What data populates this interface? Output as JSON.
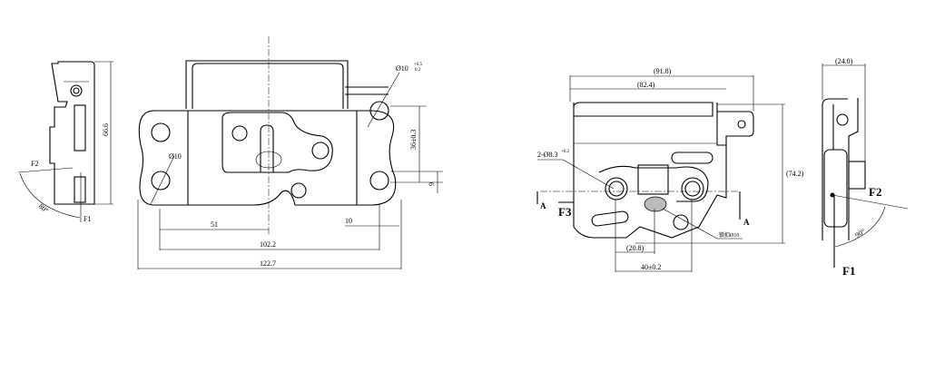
{
  "left_side_view": {
    "height_dim": "66.6",
    "force1": "F1",
    "force2": "F2",
    "angle": "80°"
  },
  "front_view": {
    "hole_dim": "Ø10",
    "top_hole_dim": "Ø10",
    "top_hole_tol_upper": "+0.5",
    "top_hole_tol_lower": "0.2",
    "vertical_dim": "36±0.3",
    "offset_dim": "9",
    "dim_51": "51",
    "dim_10": "10",
    "dim_102": "102.2",
    "dim_122": "122.7"
  },
  "right_front_view": {
    "width_outer": "(91.8)",
    "width_inner": "(82.4)",
    "height": "(74.2)",
    "hole_note": "2-Ø8.3",
    "hole_tol": "+0.2",
    "striker_note": "锁扣Ø10",
    "dim_20": "(20.8)",
    "dim_40": "40±0.2",
    "section_a": "A",
    "force3": "F3"
  },
  "right_side_view": {
    "width": "(24.0)",
    "force1": "F1",
    "force2": "F2",
    "angle": "90°"
  }
}
